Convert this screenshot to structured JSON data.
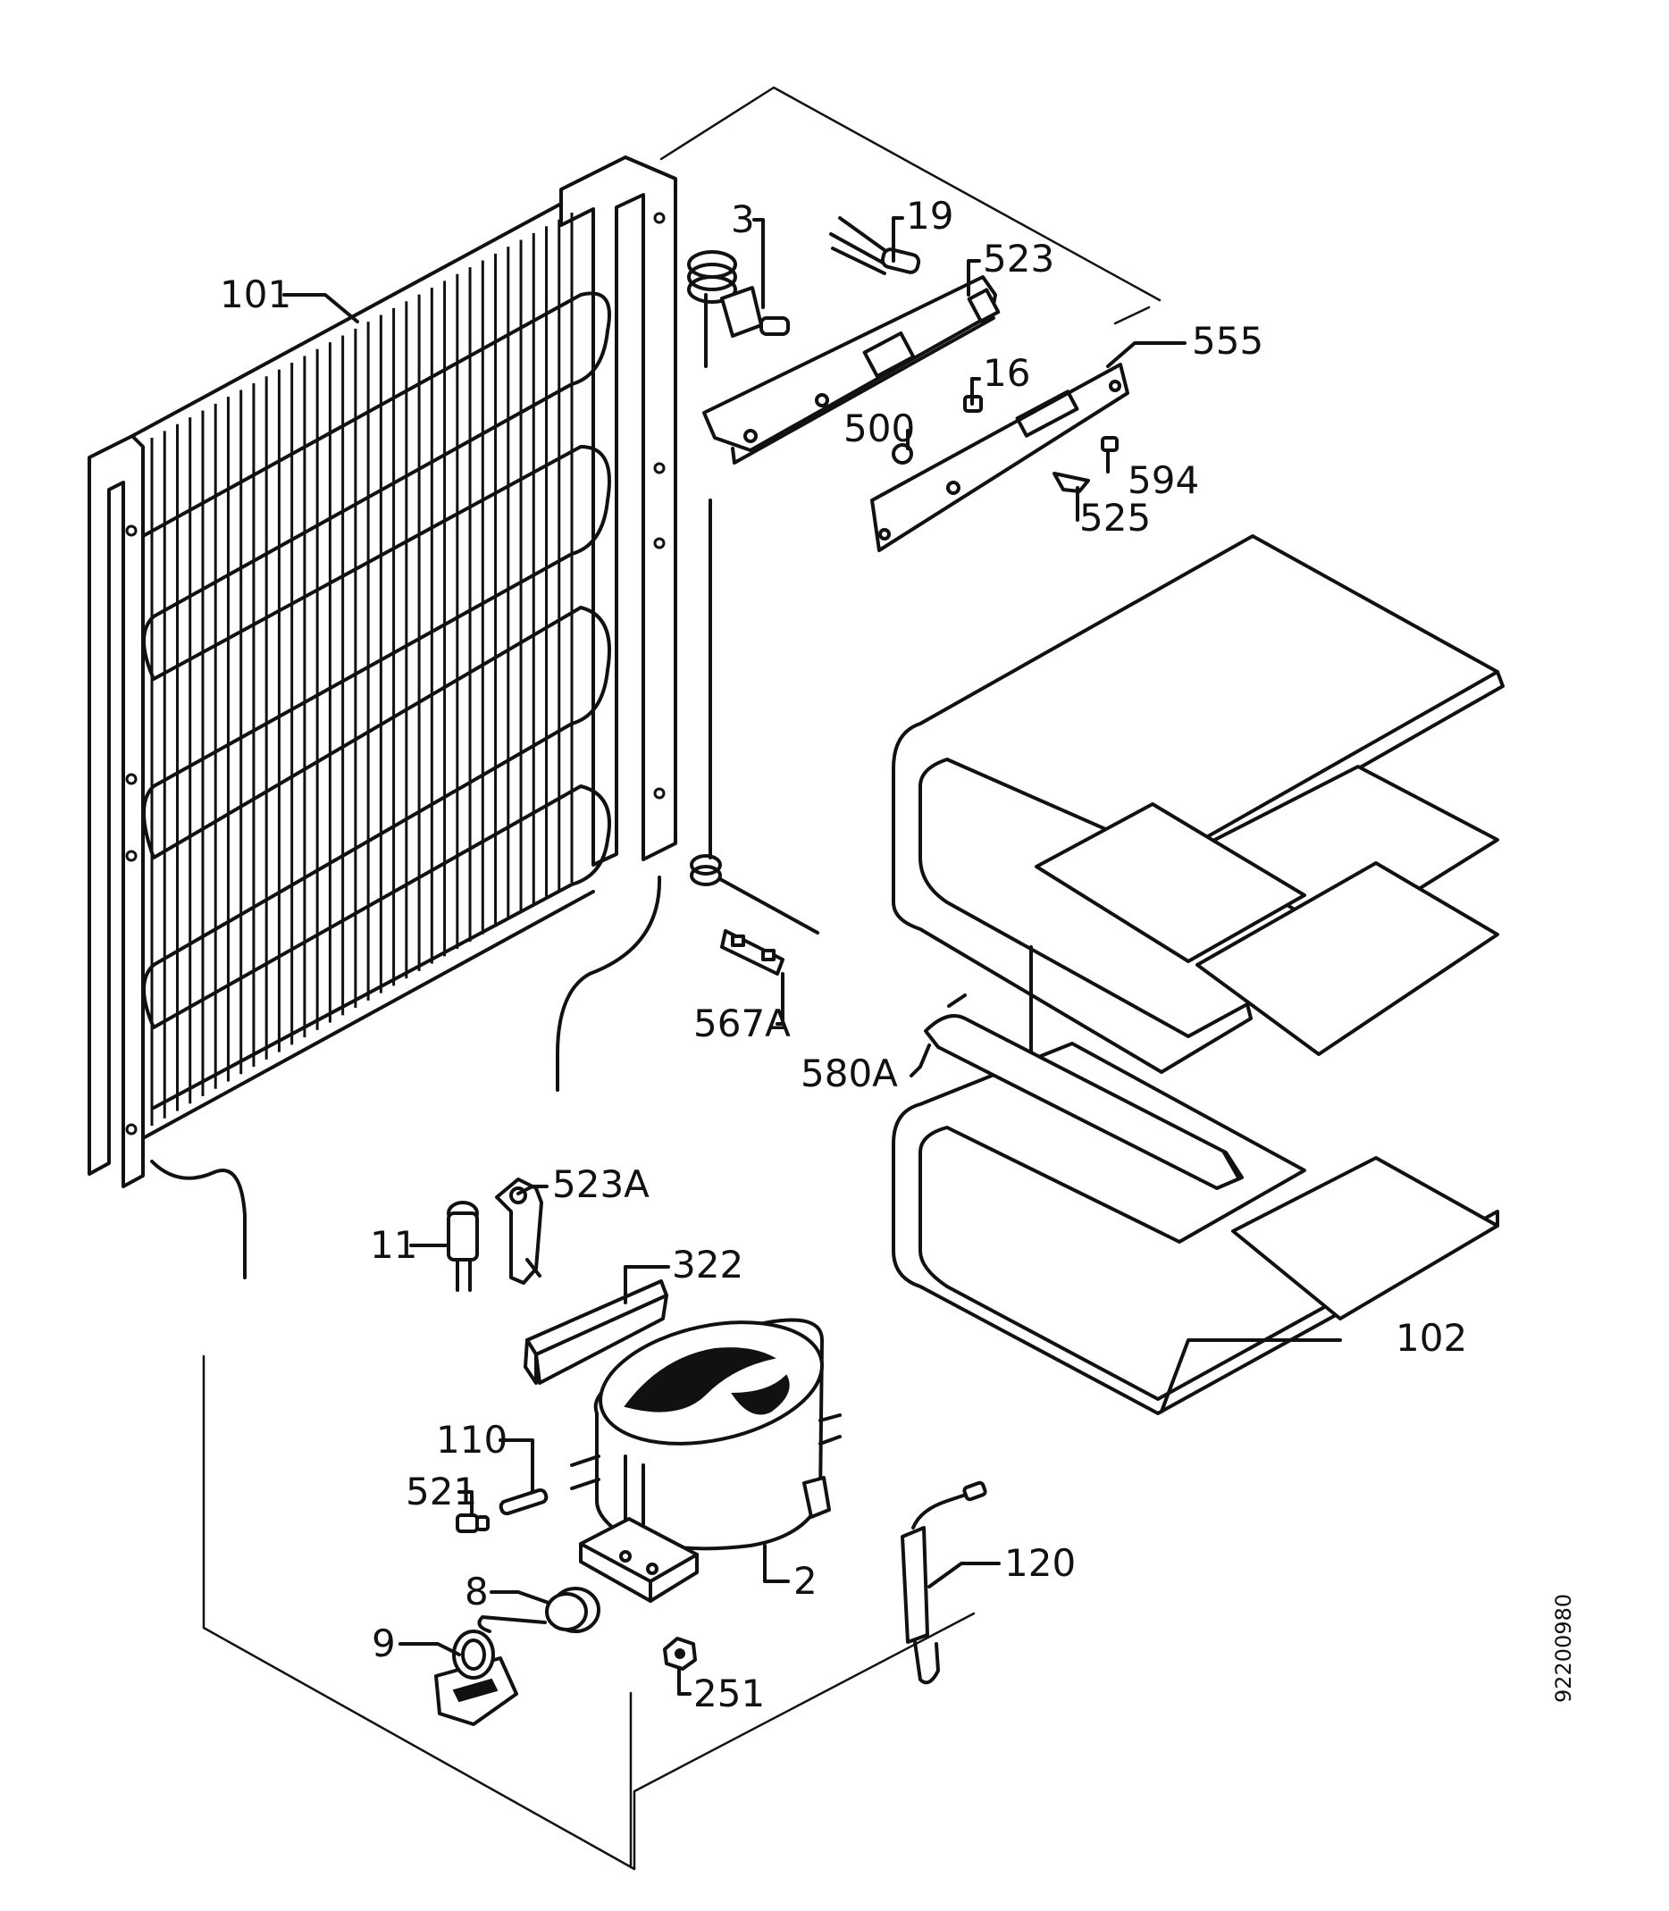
{
  "labels": {
    "p101": "101",
    "p3": "3",
    "p19": "19",
    "p523": "523",
    "p555": "555",
    "p16": "16",
    "p500": "500",
    "p594": "594",
    "p525": "525",
    "p567A": "567A",
    "p580A": "580A",
    "p102": "102",
    "p523A": "523A",
    "p11": "11",
    "p322": "322",
    "p110": "110",
    "p521": "521",
    "p2": "2",
    "p120": "120",
    "p8": "8",
    "p9": "9",
    "p251": "251"
  },
  "drawing_code": "92200980"
}
